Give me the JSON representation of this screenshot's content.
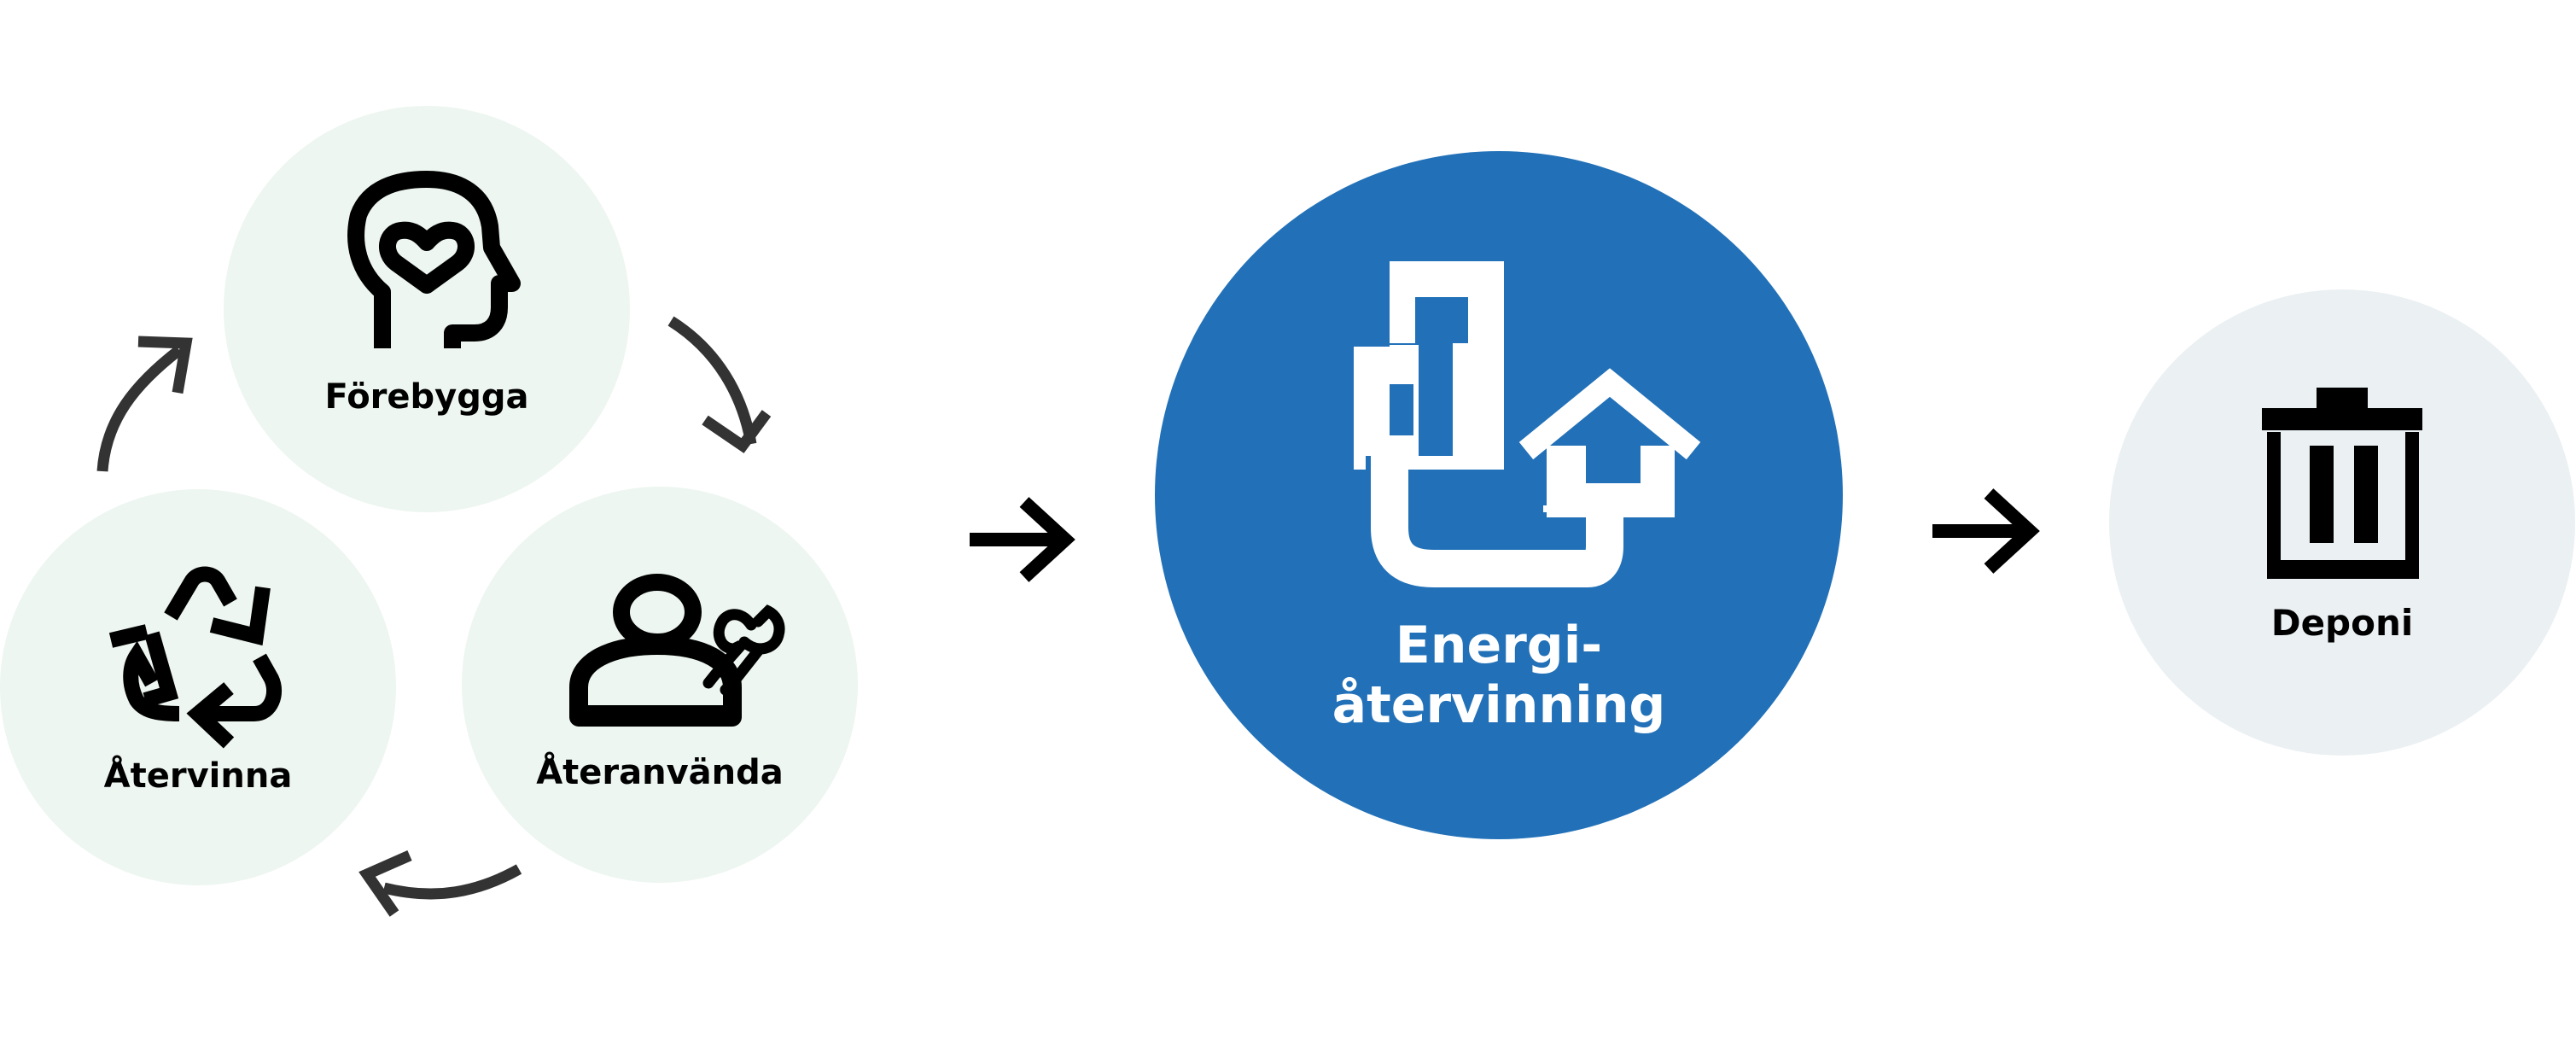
{
  "diagram": {
    "circular_steps": [
      {
        "id": "forebygga",
        "label": "Förebygga",
        "icon": "head-with-heart-icon"
      },
      {
        "id": "ateranvanda",
        "label": "Återanvända",
        "icon": "person-with-wrench-icon"
      },
      {
        "id": "atervinna",
        "label": "Återvinna",
        "icon": "recycle-icon"
      }
    ],
    "energy": {
      "label_line1": "Energi-",
      "label_line2": "återvinning",
      "icon": "buildings-house-pipe-icon"
    },
    "deponi": {
      "label": "Deponi",
      "icon": "trash-bin-icon"
    },
    "colors": {
      "cycle_circle": "#edf6f0",
      "energy_circle": "#2271b8",
      "deponi_circle": "#ebf0f3",
      "icon_dark": "#000000",
      "icon_light": "#ffffff",
      "cycle_arrow": "#333333"
    }
  }
}
